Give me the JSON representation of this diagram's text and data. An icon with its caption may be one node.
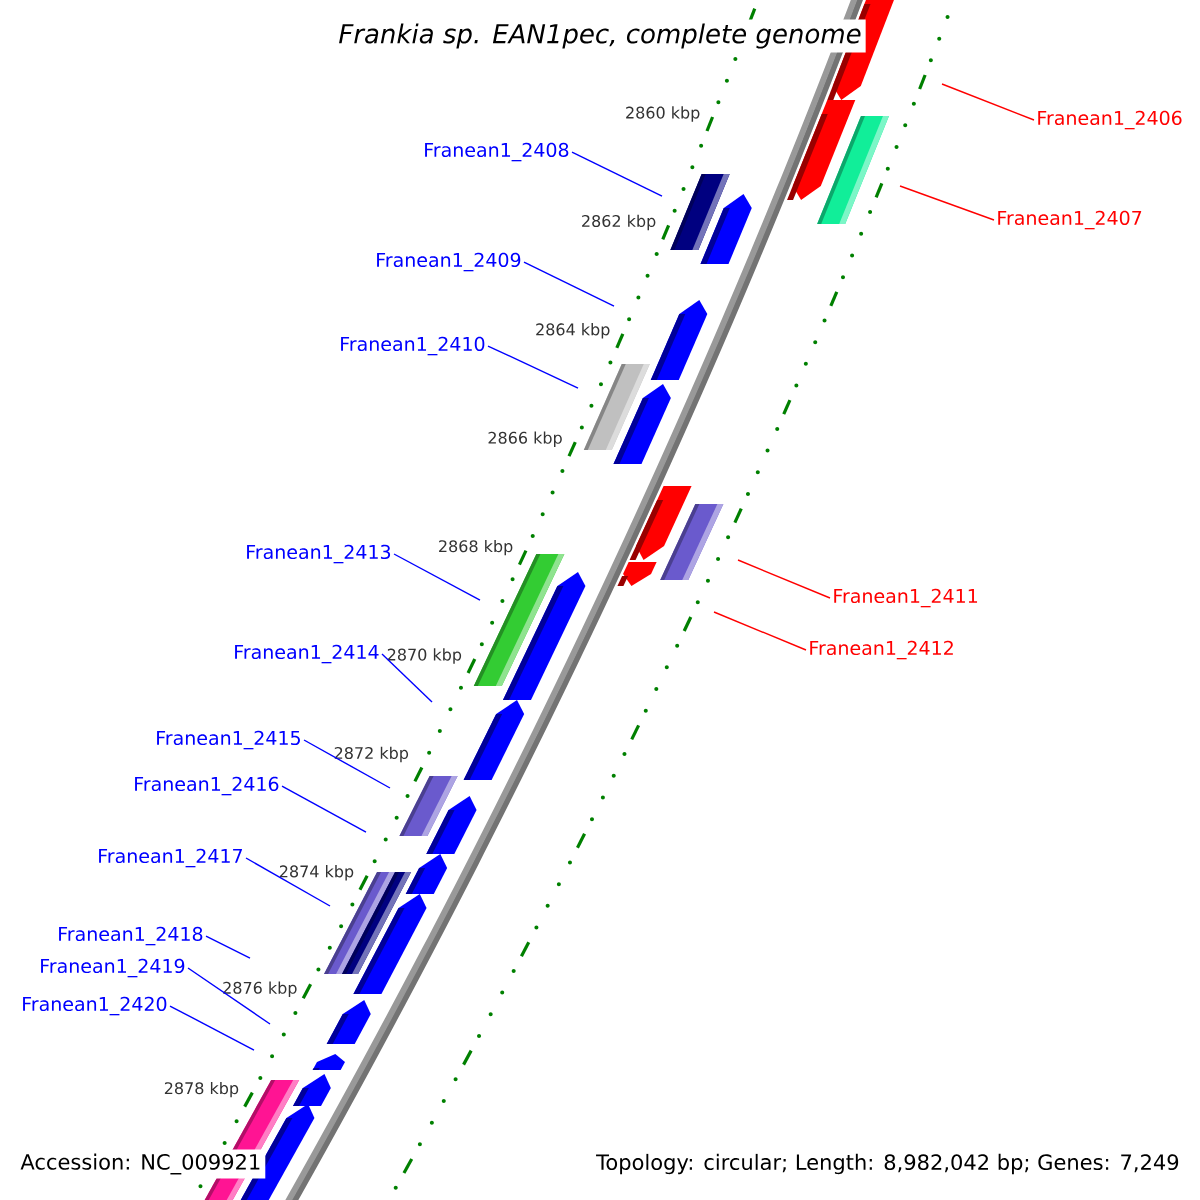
{
  "diagram": {
    "title": "Frankia sp. EAN1pec, complete genome",
    "nodes": [
      {
        "text": [
          "Franean1_2406"
        ]
      },
      {
        "text": [
          "Franean1_2408"
        ]
      },
      {
        "text": [
          "Franean1_2407"
        ]
      },
      {
        "text": [
          "Franean1_2409"
        ]
      },
      {
        "text": [
          "Franean1_2410"
        ]
      },
      {
        "text": [
          "Franean1_2413"
        ]
      },
      {
        "text": [
          "Franean1_2411"
        ]
      },
      {
        "text": [
          "Franean1_2412"
        ]
      },
      {
        "text": [
          "Franean1_2414"
        ]
      },
      {
        "text": [
          "Franean1_2415"
        ]
      },
      {
        "text": [
          "Franean1_2416"
        ]
      },
      {
        "text": [
          "Franean1_2417"
        ]
      },
      {
        "text": [
          "Franean1_2418"
        ]
      },
      {
        "text": [
          "Franean1_2419"
        ]
      },
      {
        "text": [
          "Franean1_2420"
        ]
      }
    ],
    "edges": [
      {
        "from": 0,
        "to": null,
        "arrow": "none",
        "color": "#ff0000"
      },
      {
        "from": 1,
        "to": null,
        "arrow": "none"
      },
      {
        "from": 2,
        "to": null,
        "arrow": "none",
        "color": "#ff0000"
      },
      {
        "from": 3,
        "to": null,
        "arrow": "none"
      },
      {
        "from": 4,
        "to": null,
        "arrow": "none"
      },
      {
        "from": 5,
        "to": null,
        "arrow": "none"
      },
      {
        "from": 6,
        "to": null,
        "arrow": "none",
        "color": "#ff0000"
      },
      {
        "from": 7,
        "to": null,
        "arrow": "none",
        "color": "#ff0000"
      },
      {
        "from": 8,
        "to": null,
        "arrow": "none"
      },
      {
        "from": 9,
        "to": null,
        "arrow": "none"
      },
      {
        "from": 10,
        "to": null,
        "arrow": "none"
      },
      {
        "from": 11,
        "to": null,
        "arrow": "none"
      },
      {
        "from": 12,
        "to": null,
        "arrow": "none"
      },
      {
        "from": 13,
        "to": null,
        "arrow": "none"
      },
      {
        "from": 14,
        "to": null,
        "arrow": "none"
      }
    ],
    "labels": [
      "2860 kbp",
      "2862 kbp",
      "2864 kbp",
      "2866 kbp",
      "2868 kbp",
      "2870 kbp",
      "2872 kbp",
      "2874 kbp",
      "2876 kbp",
      "2878 kbp",
      "Accession: NC_009921",
      "Topology: circular; Length: 8,982,042 bp; Genes: 7,249"
    ]
  }
}
